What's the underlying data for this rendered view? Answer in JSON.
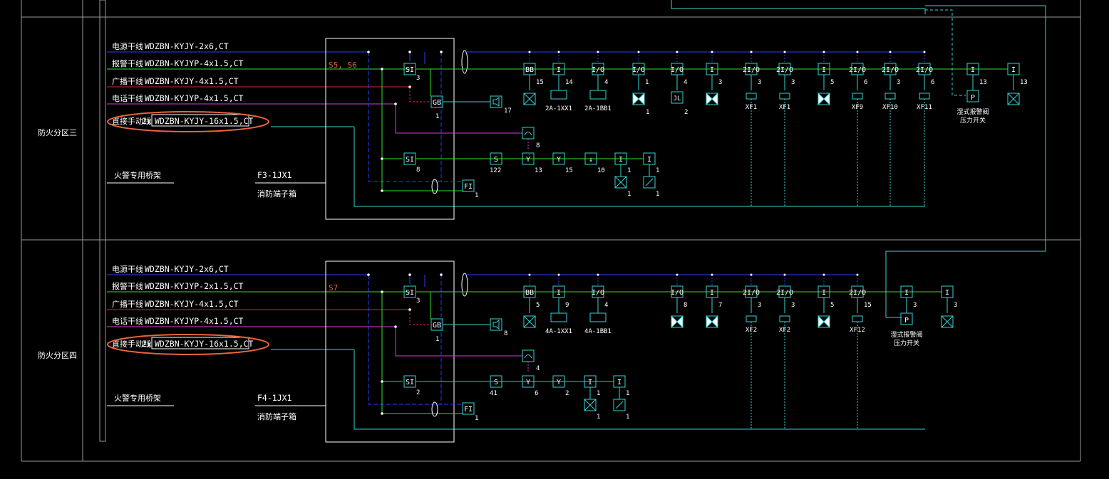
{
  "colors": {
    "background": "#000000",
    "frame": "#b0b0b0",
    "power_line": "#2b3cff",
    "signal_line": "#2ee02e",
    "broadcast_line": "#d62a2a",
    "phone_line": "#d63cd6",
    "manual_line": "#37d3d3",
    "symbol": "#37d3d3",
    "highlight": "#e8643c",
    "text": "#ffffff"
  },
  "sections": [
    {
      "zone_label": "防火分区三",
      "cables": [
        {
          "type": "电源干线",
          "spec": "WDZBN-KYJY-2x6,CT"
        },
        {
          "type": "报警干线",
          "spec": "WDZBN-KYJYP-4x1.5,CT"
        },
        {
          "type": "广播干线",
          "spec": "WDZBN-KYJY-4x1.5,CT"
        },
        {
          "type": "电话干线",
          "spec": "WDZBN-KYJYP-4x1.5,CT"
        },
        {
          "type": "直接手动线",
          "prefix": "2x",
          "spec": "WDZBN-KYJY-16x1.5,CT"
        }
      ],
      "cabinet_label": "火警专用桥架",
      "box_id": "F3-1JX1",
      "box_name": "消防端子箱",
      "area_tag": "S5, S6",
      "top_row": [
        {
          "sym": "SI",
          "num": "3"
        },
        {
          "sym": "BB",
          "num": "15"
        },
        {
          "sym": "I",
          "num": "14",
          "sub": "2A-1XX1"
        },
        {
          "sym": "I/O",
          "num": "4",
          "sub": "2A-1BB1"
        },
        {
          "sym": "I/O",
          "num": "1",
          "sub": "1"
        },
        {
          "sym": "I/O",
          "num": "4",
          "sub": "2",
          "subsym": "JL"
        },
        {
          "sym": "I",
          "num": "3"
        },
        {
          "sym": "2I/O",
          "num": "3",
          "sub": "XF1"
        },
        {
          "sym": "2I/O",
          "num": "3",
          "sub": "XF1"
        },
        {
          "sym": "I",
          "num": "5"
        },
        {
          "sym": "2I/O",
          "num": "6",
          "sub": "XF9"
        },
        {
          "sym": "2I/O",
          "num": "3",
          "sub": "XF10"
        },
        {
          "sym": "2I/O",
          "num": "6",
          "sub": "XF11"
        },
        {
          "sym": "I",
          "num": "13",
          "sub": "P",
          "note": [
            "湿式报警阀",
            "压力开关"
          ]
        },
        {
          "sym": "I",
          "num": "13"
        }
      ],
      "gb": {
        "sym": "GB",
        "num": "1",
        "speaker_num": "17"
      },
      "phone_num": "8",
      "bottom_row": [
        {
          "sym": "SI",
          "num": "8"
        },
        {
          "sym": "S",
          "num": "122"
        },
        {
          "sym": "Y",
          "num": "13"
        },
        {
          "sym": "Y",
          "num": "15"
        },
        {
          "sym": "↓",
          "num": "10"
        },
        {
          "sym": "I",
          "num": "1",
          "sub": "1"
        },
        {
          "sym": "I",
          "num": "1",
          "sub": "1"
        }
      ],
      "fi": {
        "sym": "FI",
        "num": "1"
      }
    },
    {
      "zone_label": "防火分区四",
      "cables": [
        {
          "type": "电源干线",
          "spec": "WDZBN-KYJY-2x6,CT"
        },
        {
          "type": "报警干线",
          "spec": "WDZBN-KYJYP-2x1.5,CT"
        },
        {
          "type": "广播干线",
          "spec": "WDZBN-KYJY-4x1.5,CT"
        },
        {
          "type": "电话干线",
          "spec": "WDZBN-KYJYP-4x1.5,CT"
        },
        {
          "type": "直接手动线",
          "prefix": "2x",
          "spec": "WDZBN-KYJY-16x1.5,CT"
        }
      ],
      "cabinet_label": "火警专用桥架",
      "box_id": "F4-1JX1",
      "box_name": "消防端子箱",
      "area_tag": "S7",
      "top_row": [
        {
          "sym": "SI",
          "num": "3"
        },
        {
          "sym": "BB",
          "num": "5"
        },
        {
          "sym": "I",
          "num": "9",
          "sub": "4A-1XX1"
        },
        {
          "sym": "I/O",
          "num": "4",
          "sub": "4A-1BB1"
        },
        {
          "sym": "I/O",
          "num": "8"
        },
        {
          "sym": "I",
          "num": "7"
        },
        {
          "sym": "2I/O",
          "num": "3",
          "sub": "XF2"
        },
        {
          "sym": "2I/O",
          "num": "3",
          "sub": "XF2"
        },
        {
          "sym": "I",
          "num": "5"
        },
        {
          "sym": "2I/O",
          "num": "15",
          "sub": "XF12"
        },
        {
          "sym": "I",
          "num": "3",
          "sub": "P",
          "note": [
            "湿式报警阀",
            "压力开关"
          ]
        },
        {
          "sym": "I",
          "num": "3"
        }
      ],
      "gb": {
        "sym": "GB",
        "num": "1",
        "speaker_num": "8"
      },
      "phone_num": "4",
      "bottom_row": [
        {
          "sym": "SI",
          "num": "2"
        },
        {
          "sym": "S",
          "num": "41"
        },
        {
          "sym": "Y",
          "num": "6"
        },
        {
          "sym": "Y",
          "num": "2"
        },
        {
          "sym": "I",
          "num": "1",
          "sub": "1"
        },
        {
          "sym": "I",
          "num": "1",
          "sub": "1"
        }
      ],
      "fi": {
        "sym": "FI",
        "num": "1"
      }
    }
  ]
}
